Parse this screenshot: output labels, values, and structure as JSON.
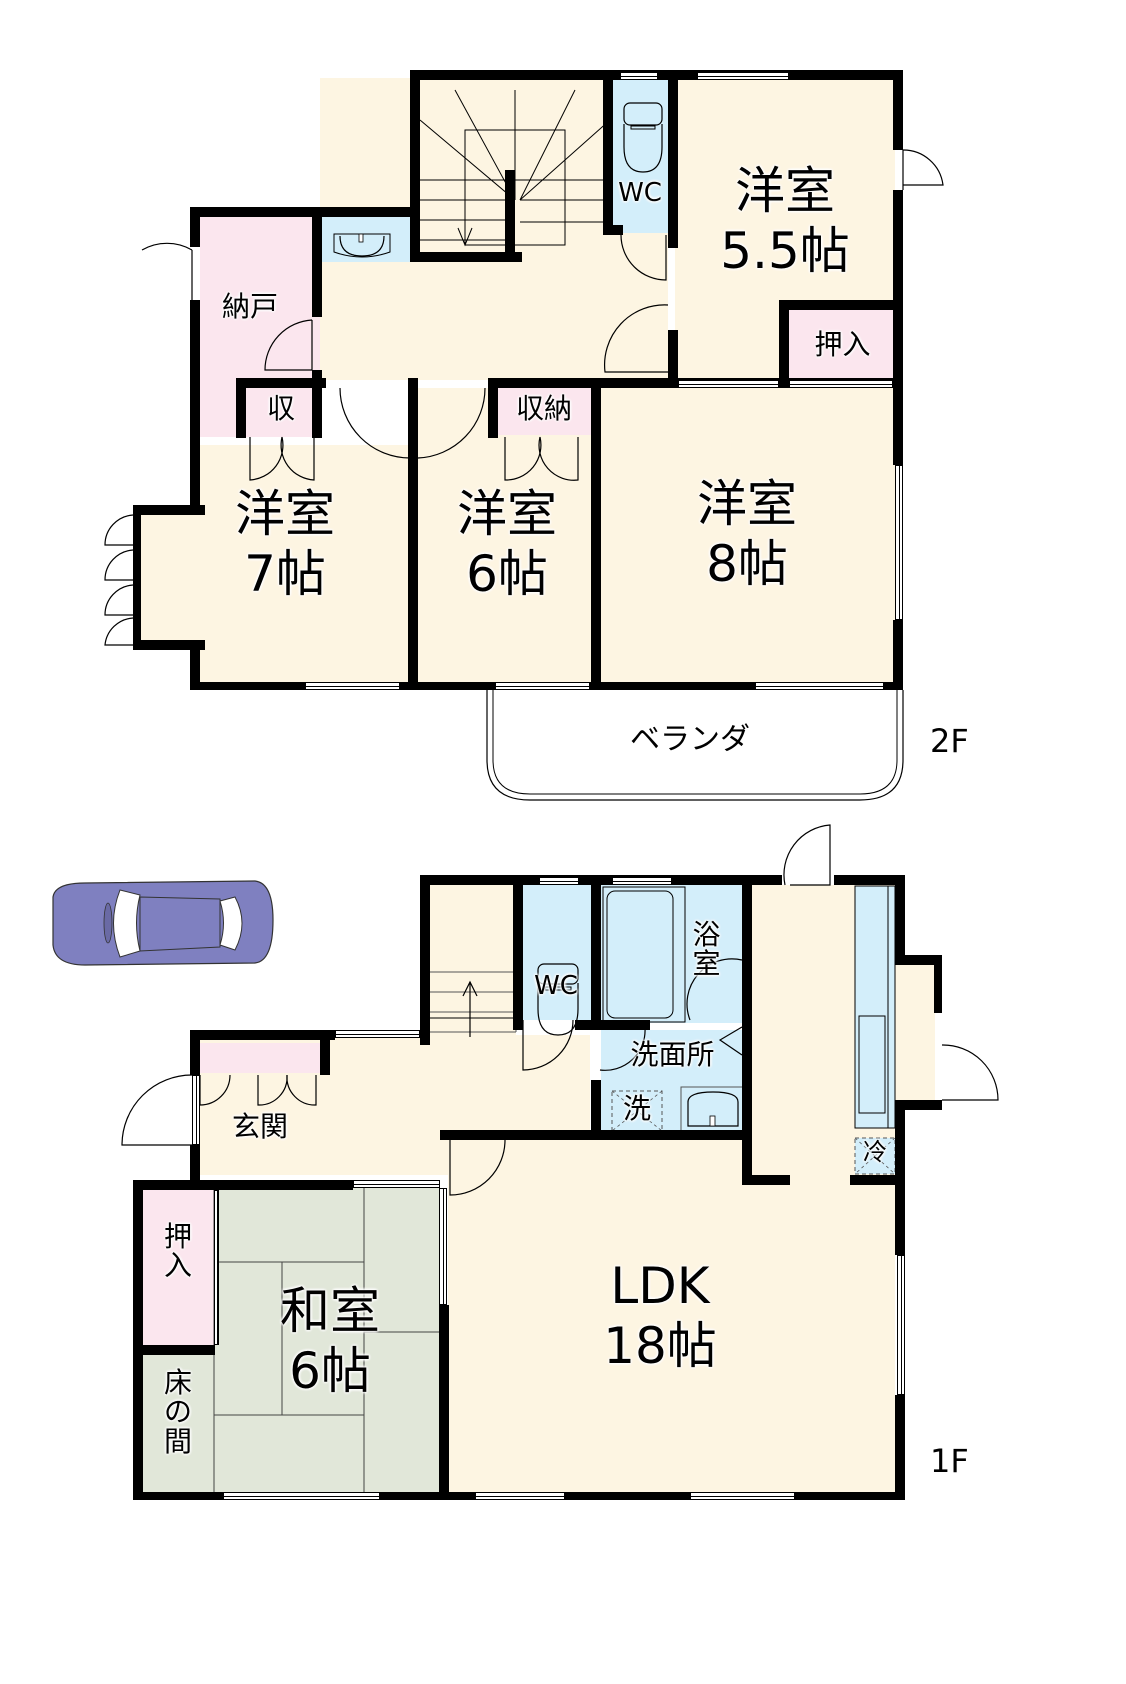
{
  "floors": {
    "second": {
      "tag": "2F",
      "rooms": {
        "western_55": {
          "name": "洋室",
          "size": "5.5帖"
        },
        "western_7": {
          "name": "洋室",
          "size": "7帖"
        },
        "western_6": {
          "name": "洋室",
          "size": "6帖"
        },
        "western_8": {
          "name": "洋室",
          "size": "8帖"
        },
        "storeroom": {
          "name": "納戸"
        },
        "wc": {
          "name": "WC"
        },
        "closet_small": {
          "name": "収"
        },
        "closet_storage": {
          "name": "収納"
        },
        "oshiire": {
          "name": "押入"
        },
        "veranda": {
          "name": "ベランダ"
        }
      }
    },
    "first": {
      "tag": "1F",
      "rooms": {
        "ldk": {
          "name": "LDK",
          "size": "18帖"
        },
        "washitsu": {
          "name": "和室",
          "size": "6帖"
        },
        "entrance": {
          "name": "玄関"
        },
        "wc": {
          "name": "WC"
        },
        "bath": {
          "name": "浴\n室"
        },
        "washroom": {
          "name": "洗面所"
        },
        "washer": {
          "name": "洗"
        },
        "fridge": {
          "name": "冷"
        },
        "oshiire": {
          "name": "押\n入"
        },
        "tokonoma": {
          "name": "床\nの\n間"
        }
      }
    }
  },
  "colors": {
    "living": "#fdf5e2",
    "storage": "#fbe6ee",
    "wet_area": "#d3eefa",
    "tatami": "#e1e7d9",
    "wall": "#000000",
    "car": "#7f80c0"
  },
  "icons": {
    "car": "car-icon",
    "toilet": "toilet-icon",
    "sink": "sink-icon",
    "bathtub": "bathtub-icon",
    "kitchen_counter": "kitchen-counter-icon",
    "stairs": "stairs-icon"
  }
}
